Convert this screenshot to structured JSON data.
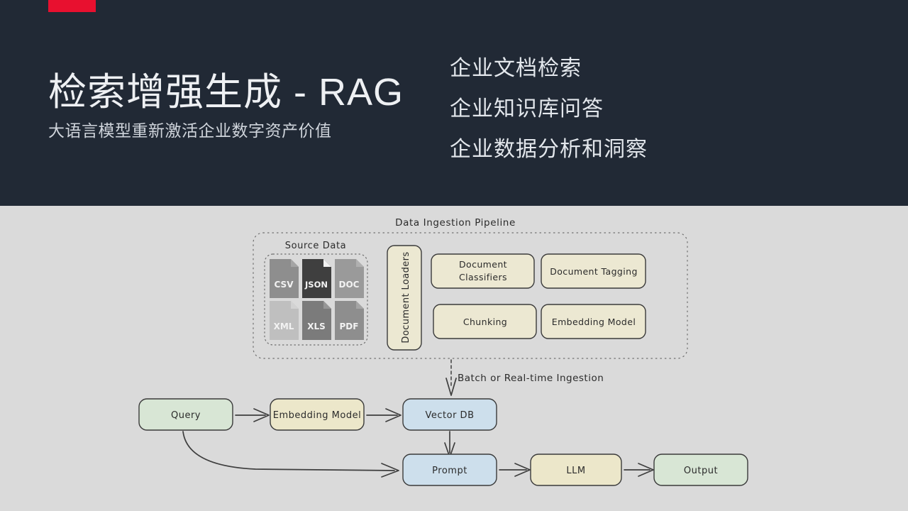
{
  "header": {
    "accent_color": "#e8102f",
    "background_color": "#212935",
    "title": "检索增强生成 - RAG",
    "subtitle": "大语言模型重新激活企业数字资产价值",
    "bullets": [
      "企业文档检索",
      "企业知识库问答",
      "企业数据分析和洞察"
    ]
  },
  "diagram": {
    "background_color": "#dadada",
    "pipeline": {
      "title": "Data Ingestion Pipeline",
      "source_group": {
        "title": "Source Data",
        "files": [
          {
            "label": "CSV",
            "shade": "#8e8e8e"
          },
          {
            "label": "JSON",
            "shade": "#3f3f3f"
          },
          {
            "label": "DOC",
            "shade": "#9a9a9a"
          },
          {
            "label": "XML",
            "shade": "#bfbfbf"
          },
          {
            "label": "XLS",
            "shade": "#7b7b7b"
          },
          {
            "label": "PDF",
            "shade": "#8e8e8e"
          }
        ]
      },
      "loaders_label": "Document Loaders",
      "stages": [
        {
          "label": "Document Classifiers",
          "line1": "Document",
          "line2": "Classifiers"
        },
        {
          "label": "Document Tagging",
          "line1": "Document Tagging",
          "line2": ""
        },
        {
          "label": "Chunking",
          "line1": "Chunking",
          "line2": ""
        },
        {
          "label": "Embedding Model",
          "line1": "Embedding Model",
          "line2": ""
        }
      ]
    },
    "ingestion_edge_label": "Batch or Real-time Ingestion",
    "flow_nodes": [
      {
        "id": "query",
        "label": "Query",
        "fill": "#d8e6d5"
      },
      {
        "id": "embed",
        "label": "Embedding Model",
        "fill": "#ece7ca"
      },
      {
        "id": "vectordb",
        "label": "Vector DB",
        "fill": "#cddfec"
      },
      {
        "id": "prompt",
        "label": "Prompt",
        "fill": "#cddfec"
      },
      {
        "id": "llm",
        "label": "LLM",
        "fill": "#ece7ca"
      },
      {
        "id": "output",
        "label": "Output",
        "fill": "#d8e6d5"
      }
    ],
    "box_fill_cream": "#ece8d2",
    "box_fill_green": "#d8e6d5",
    "box_fill_blue": "#cddfec"
  }
}
